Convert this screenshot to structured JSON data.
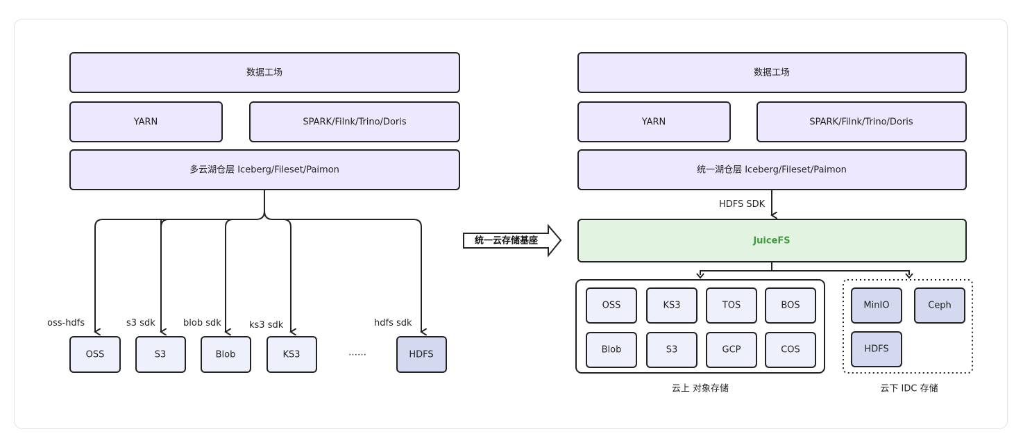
{
  "left": {
    "top_layer": "数据工场",
    "scheduler": "YARN",
    "engines": "SPARK/Filnk/Trino/Doris",
    "lake_layer": "多云湖仓层 Iceberg/Fileset/Paimon",
    "targets": [
      {
        "sdk": "oss-hdfs",
        "store": "OSS"
      },
      {
        "sdk": "s3 sdk",
        "store": "S3"
      },
      {
        "sdk": "blob sdk",
        "store": "Blob"
      },
      {
        "sdk": "ks3 sdk",
        "store": "KS3"
      },
      {
        "sdk": "hdfs sdk",
        "store": "HDFS"
      }
    ],
    "ellipsis": "……"
  },
  "transition": {
    "label": "统一云存储基座"
  },
  "right": {
    "top_layer": "数据工场",
    "scheduler": "YARN",
    "engines": "SPARK/Filnk/Trino/Doris",
    "lake_layer": "统一湖仓层 Iceberg/Fileset/Paimon",
    "sdk_label": "HDFS SDK",
    "storage_layer": "JuiceFS",
    "cloud_group": {
      "caption": "云上 对象存储",
      "items": [
        "OSS",
        "KS3",
        "TOS",
        "BOS",
        "Blob",
        "S3",
        "GCP",
        "COS"
      ]
    },
    "idc_group": {
      "caption": "云下 IDC 存储",
      "items": [
        "MinIO",
        "Ceph",
        "HDFS"
      ]
    }
  },
  "colors": {
    "layer_fill": "#ede8fe",
    "juicefs_fill": "#e2f4e1",
    "juicefs_text": "#3f9a3f",
    "store_fill": "#eef1fb",
    "store_dark_fill": "#d4d9ef",
    "stroke": "#222222"
  }
}
